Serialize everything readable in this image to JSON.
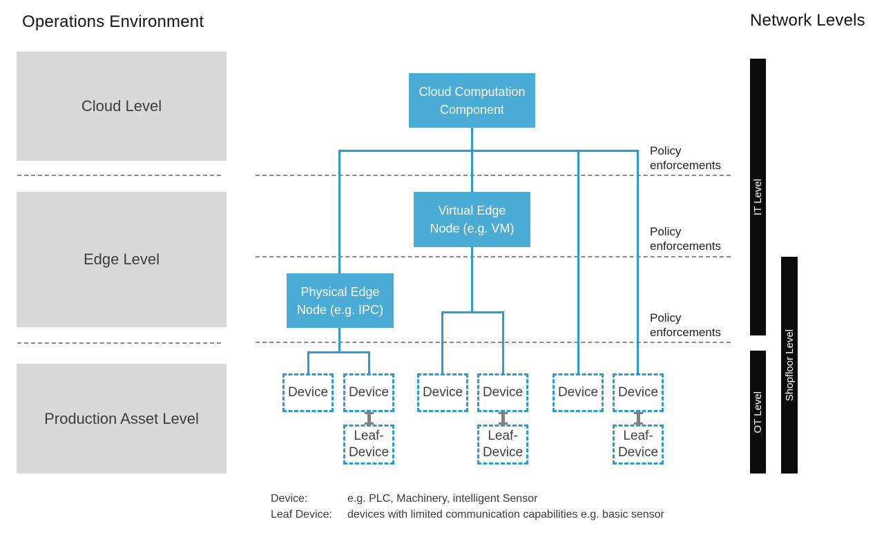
{
  "titles": {
    "operations": "Operations Environment",
    "network": "Network Levels"
  },
  "operations_levels": [
    {
      "label": "Cloud Level"
    },
    {
      "label": "Edge Level"
    },
    {
      "label": "Production Asset Level"
    }
  ],
  "network_levels": [
    {
      "label": "IT Level"
    },
    {
      "label": "OT Level"
    },
    {
      "label": "Shopfloor Level"
    }
  ],
  "policy": {
    "line1": "Policy",
    "line2": "enforcements"
  },
  "nodes": {
    "cloud": {
      "line1": "Cloud Computation",
      "line2": "Component"
    },
    "virtual_edge": {
      "line1": "Virtual Edge",
      "line2": "Node (e.g. VM)"
    },
    "physical_edge": {
      "line1": "Physical Edge",
      "line2": "Node (e.g. IPC)"
    },
    "device": "Device",
    "leaf_device": {
      "line1": "Leaf-",
      "line2": "Device"
    }
  },
  "legend": [
    {
      "term": "Device:",
      "definition": "e.g. PLC, Machinery, intelligent Sensor"
    },
    {
      "term": "Leaf Device:",
      "definition": "devices with limited communication capabilities e.g. basic sensor"
    }
  ],
  "colors": {
    "node_fill": "#4aabd5",
    "line_blue": "#2a9bd3",
    "gray_box": "#d9d9d9",
    "bar_black": "#0b0b0b",
    "text_dark": "#3c3c3c"
  }
}
